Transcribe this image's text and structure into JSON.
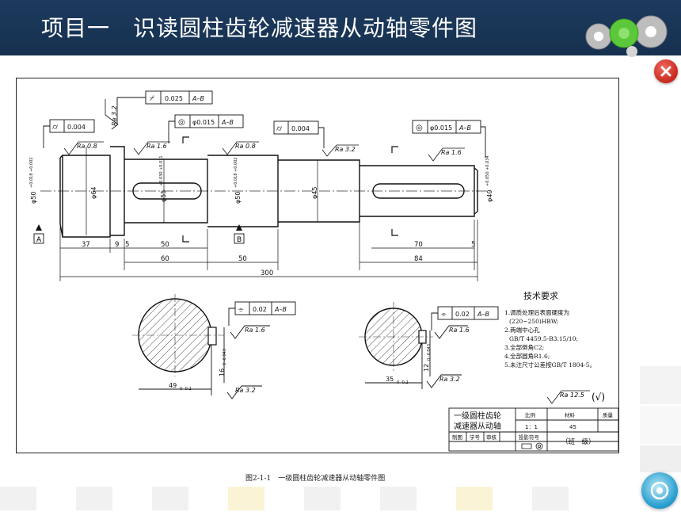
{
  "header": {
    "title": "项目一　识读圆柱齿轮减速器从动轴零件图"
  },
  "drawing": {
    "tolerances": {
      "top_runout": "0.025",
      "top_runout_datum": "A–B",
      "left_runout": "0.004",
      "sym_left": "φ0.015",
      "sym_left_datum": "A–B",
      "mid_runout": "0.004",
      "sym_right": "φ0.015",
      "sym_right_datum": "A–B",
      "sec_left": "0.02",
      "sec_left_datum": "A–B",
      "sec_right": "0.02",
      "sec_right_datum": "A–B"
    },
    "roughness": {
      "ra32_top": "Ra 3.2",
      "ra08_left": "Ra 0.8",
      "ra16_left": "Ra 1.6",
      "ra08_mid": "Ra 0.8",
      "ra32_mid": "Ra 3.2",
      "ra16_right": "Ra 1.6",
      "ra16_sec1": "Ra 1.6",
      "ra32_sec1": "Ra 3.2",
      "ra16_sec2": "Ra 1.6",
      "ra32_sec2": "Ra 3.2",
      "general": "Ra 12.5",
      "general_mark": "(√)"
    },
    "datums": {
      "a": "A",
      "b": "B"
    },
    "diameters": {
      "d50_left": "φ50",
      "d50_left_tol": "+0.018 +0.002",
      "d64": "φ64",
      "d55": "φ55",
      "d55_tol": "+0.030 +0.011",
      "d50_mid": "φ50",
      "d50_mid_tol": "+0.018 +0.002",
      "d45": "φ45",
      "d40": "φ40",
      "d40_tol": "+0.050 +0.034"
    },
    "dimensions": {
      "l37": "37",
      "l9": "9",
      "l5a": "5",
      "l50a": "50",
      "l60": "60",
      "l50b": "50",
      "l70": "70",
      "l5b": "5",
      "l84": "84",
      "l300": "300"
    },
    "sections": {
      "w49": "49",
      "w49_tol": "0 -0.2",
      "h16": "16",
      "h16_tol": "0 -0.043",
      "w35": "35",
      "w35_tol": "0 -0.2",
      "h12": "12",
      "h12_tol": "0 -0.043"
    },
    "tech_req": {
      "title": "技术要求",
      "items": [
        "1.调质处理后表面硬度为",
        "(220~250)HBW;",
        "2.两端中心孔",
        "GB/T 4459.5-B3.15/10;",
        "3.全部倒角C2;",
        "4.全部圆角R1.6;",
        "5.未注尺寸公差按GB/T 1804-5。"
      ]
    },
    "title_block": {
      "part_name_1": "一级圆柱齿轮",
      "part_name_2": "减速器从动轴",
      "scale_label": "比例",
      "material_label": "材料",
      "weight_label": "质量",
      "scale_value": "1：1",
      "material_value": "45",
      "drawn_by": "制图",
      "student_no": "学号",
      "reviewer": "审核",
      "projection": "投影符号",
      "class_label": "（班　级）"
    }
  },
  "caption": "图2-1-1　一级圆柱齿轮减速器从动轴零件图"
}
